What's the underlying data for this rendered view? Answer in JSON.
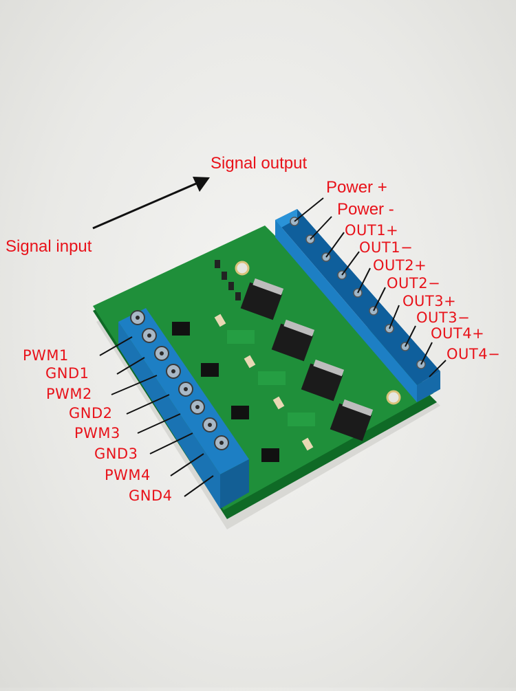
{
  "labels": {
    "signal_output": "Signal output",
    "signal_input": "Signal input",
    "power_plus": "Power +",
    "power_minus": "Power -",
    "outputs": [
      "OUT1+",
      "OUT1−",
      "OUT2+",
      "OUT2−",
      "OUT3+",
      "OUT3−",
      "OUT4+",
      "OUT4−"
    ],
    "inputs": [
      "PWM1",
      "GND1",
      "PWM2",
      "GND2",
      "PWM3",
      "GND3",
      "PWM4",
      "GND4"
    ]
  },
  "colors": {
    "label_red": "#e8121a",
    "pcb_green": "#1f8f3a",
    "terminal_blue": "#1d7fc4",
    "background": "#ececea"
  }
}
